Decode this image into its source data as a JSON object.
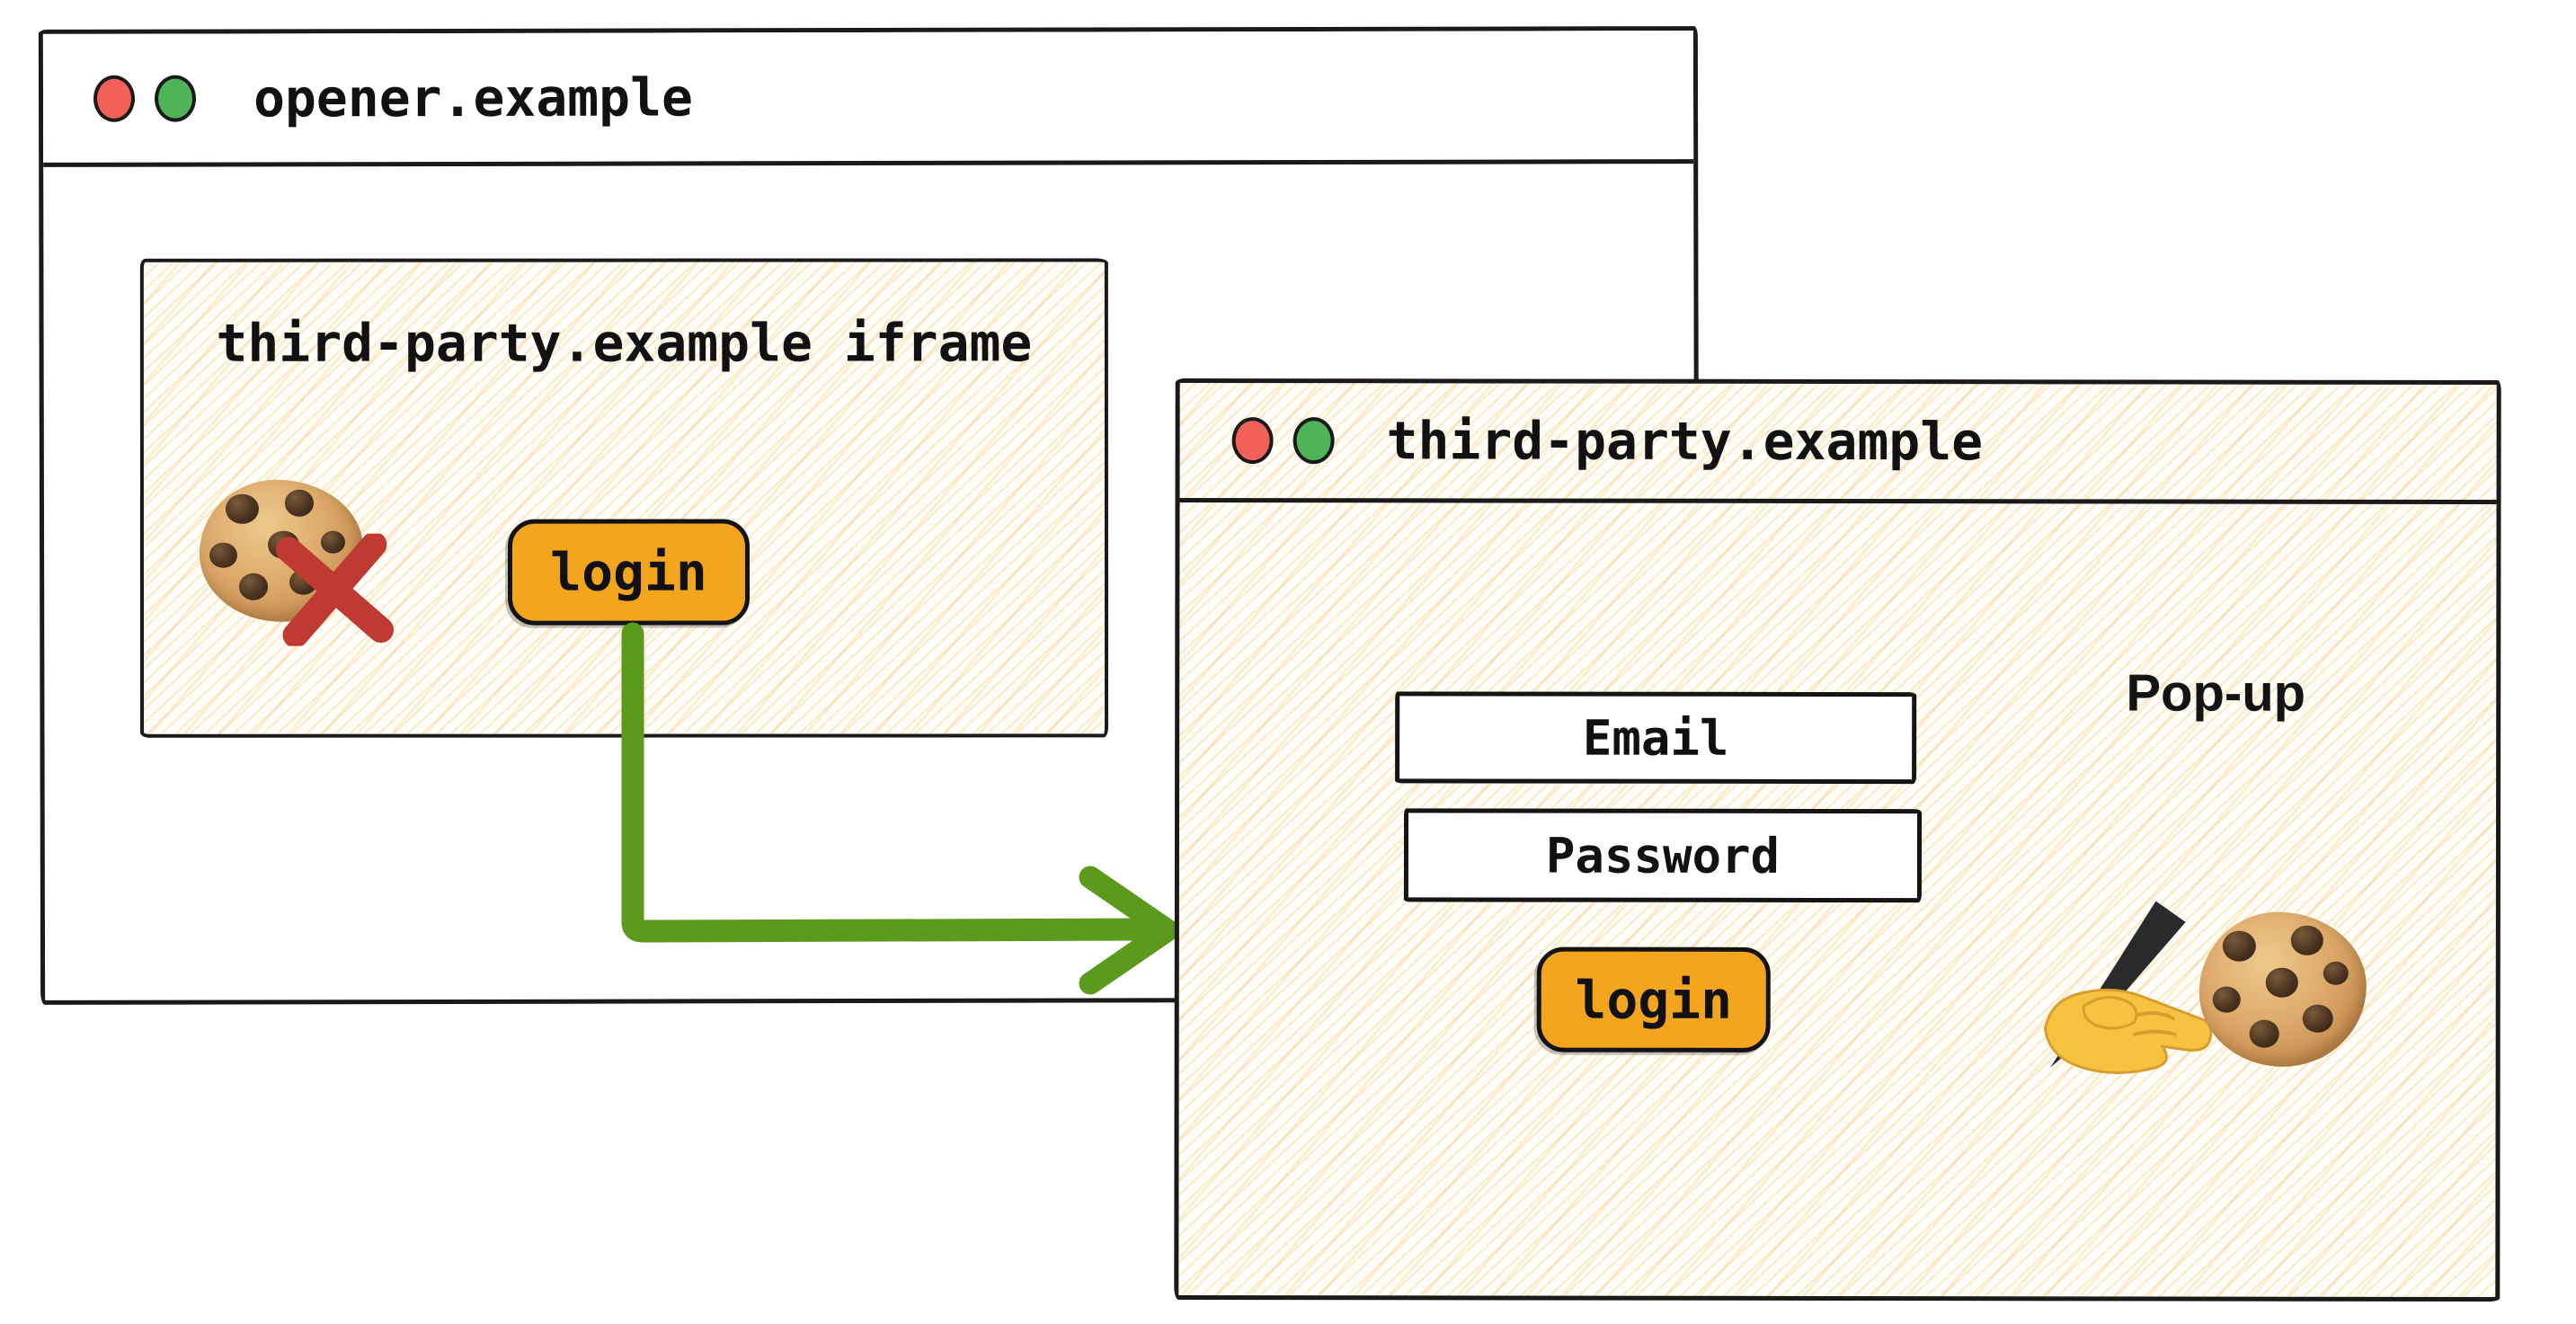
{
  "colors": {
    "window_border": "#1a1a1a",
    "hatch_line": "#f1c468",
    "button_orange": "#f3a51d",
    "arrow_green": "#5c9a1e",
    "cross_red": "#bf3a33",
    "traffic_red": "#f2605a",
    "traffic_green": "#4eb457"
  },
  "opener_window": {
    "title": "opener.example",
    "traffic_lights": [
      "close-dot",
      "zoom-dot"
    ],
    "iframe": {
      "label": "third-party.example iframe",
      "blocked_cookie_icon": "cookie-with-red-cross",
      "login_button_label": "login"
    }
  },
  "arrow": {
    "meaning": "login click opens pop-up",
    "style": "green-elbow-arrow"
  },
  "popup_window": {
    "title": "third-party.example",
    "traffic_lights": [
      "close-dot",
      "zoom-dot"
    ],
    "email_field_label": "Email",
    "password_field_label": "Password",
    "login_button_label": "login",
    "annotation": "Pop-up",
    "icons": [
      "writing-hand",
      "cookie"
    ]
  }
}
